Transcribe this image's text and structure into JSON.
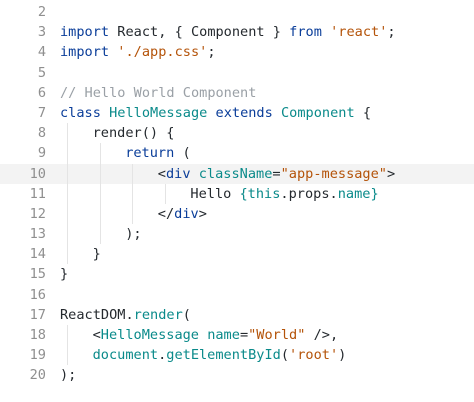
{
  "editor": {
    "active_line": 10,
    "colors": {
      "keyword": "#0a3d99",
      "class_name": "#0a8a8a",
      "string": "#b45309",
      "attribute": "#0a8a8a",
      "comment": "#9aa0a6",
      "text": "#24292e",
      "line_number": "#8f8f8f",
      "active_line_bg": "#f3f3f3"
    },
    "lines": [
      {
        "n": "2",
        "indent": 0,
        "tokens": []
      },
      {
        "n": "3",
        "indent": 0,
        "tokens": [
          [
            "kw",
            "import"
          ],
          [
            "tx",
            " React, { Component } "
          ],
          [
            "kw",
            "from"
          ],
          [
            "tx",
            " "
          ],
          [
            "st",
            "'react'"
          ],
          [
            "tx",
            ";"
          ]
        ]
      },
      {
        "n": "4",
        "indent": 0,
        "tokens": [
          [
            "kw",
            "import"
          ],
          [
            "tx",
            " "
          ],
          [
            "st",
            "'./app.css'"
          ],
          [
            "tx",
            ";"
          ]
        ]
      },
      {
        "n": "5",
        "indent": 0,
        "tokens": []
      },
      {
        "n": "6",
        "indent": 0,
        "tokens": [
          [
            "cm",
            "// Hello World Component"
          ]
        ]
      },
      {
        "n": "7",
        "indent": 0,
        "tokens": [
          [
            "kw",
            "class"
          ],
          [
            "tx",
            " "
          ],
          [
            "cl",
            "HelloMessage"
          ],
          [
            "tx",
            " "
          ],
          [
            "kw",
            "extends"
          ],
          [
            "tx",
            " "
          ],
          [
            "cl",
            "Component"
          ],
          [
            "tx",
            " {"
          ]
        ]
      },
      {
        "n": "8",
        "indent": 1,
        "tokens": [
          [
            "tx",
            "render() {"
          ]
        ]
      },
      {
        "n": "9",
        "indent": 2,
        "tokens": [
          [
            "kw",
            "return"
          ],
          [
            "tx",
            " ("
          ]
        ]
      },
      {
        "n": "10",
        "indent": 3,
        "tokens": [
          [
            "tx",
            "<"
          ],
          [
            "kw",
            "div"
          ],
          [
            "tx",
            " "
          ],
          [
            "at",
            "className"
          ],
          [
            "tx",
            "="
          ],
          [
            "st",
            "\"app-message\""
          ],
          [
            "tx",
            ">"
          ]
        ]
      },
      {
        "n": "11",
        "indent": 4,
        "tokens": [
          [
            "tx",
            "Hello "
          ],
          [
            "pn",
            "{this"
          ],
          [
            "tx",
            ".props."
          ],
          [
            "pn",
            "name}"
          ]
        ]
      },
      {
        "n": "12",
        "indent": 3,
        "tokens": [
          [
            "tx",
            "</"
          ],
          [
            "kw",
            "div"
          ],
          [
            "tx",
            ">"
          ]
        ]
      },
      {
        "n": "13",
        "indent": 2,
        "tokens": [
          [
            "tx",
            ");"
          ]
        ]
      },
      {
        "n": "14",
        "indent": 1,
        "tokens": [
          [
            "tx",
            "}"
          ]
        ]
      },
      {
        "n": "15",
        "indent": 0,
        "tokens": [
          [
            "tx",
            "}"
          ]
        ]
      },
      {
        "n": "16",
        "indent": 0,
        "tokens": []
      },
      {
        "n": "17",
        "indent": 0,
        "tokens": [
          [
            "tx",
            "ReactDOM."
          ],
          [
            "cl",
            "render"
          ],
          [
            "tx",
            "("
          ]
        ]
      },
      {
        "n": "18",
        "indent": 1,
        "tokens": [
          [
            "tx",
            "<"
          ],
          [
            "cl",
            "HelloMessage"
          ],
          [
            "tx",
            " "
          ],
          [
            "at",
            "name"
          ],
          [
            "tx",
            "="
          ],
          [
            "st",
            "\"World\""
          ],
          [
            "tx",
            " />,"
          ]
        ]
      },
      {
        "n": "19",
        "indent": 1,
        "tokens": [
          [
            "cl",
            "document"
          ],
          [
            "tx",
            "."
          ],
          [
            "cl",
            "getElementById"
          ],
          [
            "tx",
            "("
          ],
          [
            "st",
            "'root'"
          ],
          [
            "tx",
            ")"
          ]
        ]
      },
      {
        "n": "20",
        "indent": 0,
        "tokens": [
          [
            "tx",
            ");"
          ]
        ]
      }
    ]
  }
}
